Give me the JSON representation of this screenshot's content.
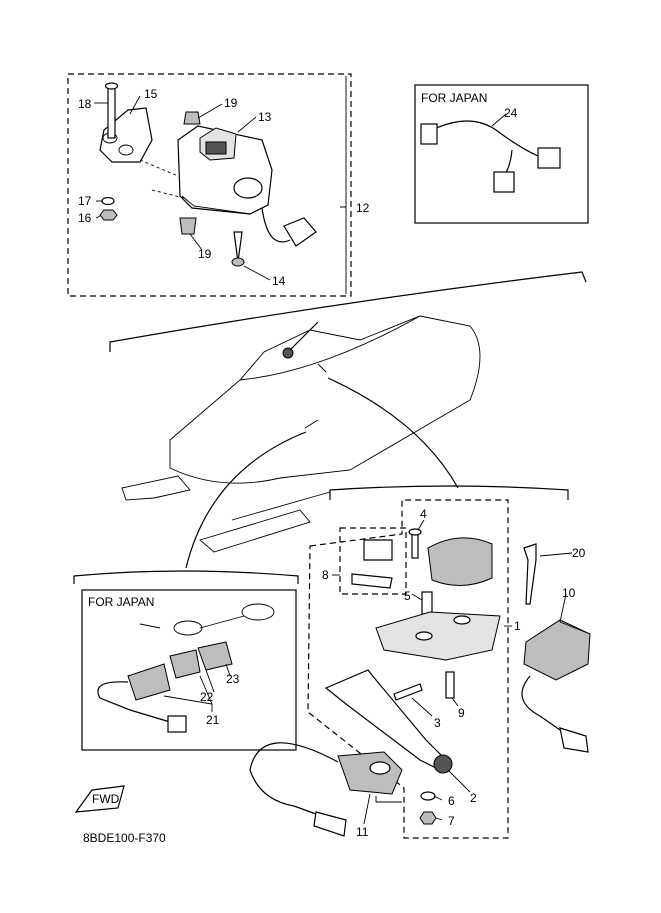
{
  "diagram": {
    "figure_code": "8BDE100-F370",
    "inset_top_title": "FOR JAPAN",
    "inset_bottom_title": "FOR JAPAN",
    "fwd_label": "FWD",
    "callouts": {
      "c1": "1",
      "c2": "2",
      "c3": "3",
      "c4": "4",
      "c5": "5",
      "c6": "6",
      "c7": "7",
      "c8": "8",
      "c9": "9",
      "c10": "10",
      "c11": "11",
      "c12": "12",
      "c13": "13",
      "c14": "14",
      "c15": "15",
      "c16": "16",
      "c17": "17",
      "c18": "18",
      "c19a": "19",
      "c19b": "19",
      "c20": "20",
      "c21": "21",
      "c22": "22",
      "c23": "23",
      "c24": "24"
    }
  }
}
